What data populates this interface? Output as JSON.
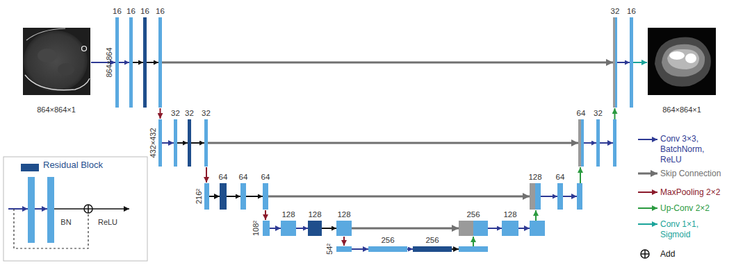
{
  "diagram": {
    "nodes": [
      {
        "text": [
          "16"
        ]
      },
      {
        "text": [
          "16"
        ]
      },
      {
        "text": [
          "16"
        ]
      },
      {
        "text": [
          "16"
        ]
      },
      {
        "text": [
          "32"
        ]
      },
      {
        "text": [
          "16"
        ]
      },
      {
        "text": [
          "32"
        ]
      },
      {
        "text": [
          "32"
        ]
      },
      {
        "text": [
          "32"
        ]
      },
      {
        "text": [
          "64"
        ]
      },
      {
        "text": [
          "32"
        ]
      },
      {
        "text": [
          "64"
        ]
      },
      {
        "text": [
          "64"
        ]
      },
      {
        "text": [
          "64"
        ]
      },
      {
        "text": [
          "128"
        ]
      },
      {
        "text": [
          "64"
        ]
      },
      {
        "text": [
          "128"
        ]
      },
      {
        "text": [
          "128"
        ]
      },
      {
        "text": [
          "128"
        ]
      },
      {
        "text": [
          "256"
        ]
      },
      {
        "text": [
          "128"
        ]
      },
      {
        "text": [
          "256"
        ]
      },
      {
        "text": [
          "256"
        ]
      }
    ],
    "edges": [
      {
        "from": 0,
        "to": 1,
        "arrow": "to"
      },
      {
        "from": 1,
        "to": 2,
        "arrow": "to"
      },
      {
        "from": 2,
        "to": 3,
        "arrow": "to"
      },
      {
        "from": 3,
        "to": 4,
        "arrow": "to"
      },
      {
        "from": 4,
        "to": 5,
        "arrow": "to"
      },
      {
        "from": 6,
        "to": 7,
        "arrow": "to"
      },
      {
        "from": 7,
        "to": 8,
        "arrow": "to"
      },
      {
        "from": 8,
        "to": 9,
        "arrow": "to"
      },
      {
        "from": 9,
        "to": 10,
        "arrow": "to"
      },
      {
        "from": 11,
        "to": 12,
        "arrow": "to"
      },
      {
        "from": 12,
        "to": 13,
        "arrow": "to"
      },
      {
        "from": 13,
        "to": 14,
        "arrow": "to"
      },
      {
        "from": 14,
        "to": 15,
        "arrow": "to"
      },
      {
        "from": 16,
        "to": 17,
        "arrow": "to"
      },
      {
        "from": 17,
        "to": 18,
        "arrow": "to"
      },
      {
        "from": 18,
        "to": 19,
        "arrow": "to"
      },
      {
        "from": 19,
        "to": 20,
        "arrow": "to"
      },
      {
        "from": 21,
        "to": 22,
        "arrow": "to"
      }
    ],
    "labels": [
      "864×864×1",
      "864×864×1",
      "864×864",
      "432×432",
      "216²",
      "108²",
      "54²",
      "BN",
      "ReLU"
    ],
    "legend": [
      {
        "text": "Residual Block",
        "color": "#1f4e8c"
      },
      {
        "text": "Conv 3×3, BatchNorm, ReLU"
      },
      {
        "text": "Skip Connection"
      },
      {
        "text": "MaxPooling 2×2"
      },
      {
        "text": "Up-Conv 2×2"
      },
      {
        "text": "Conv 1×1, Sigmoid"
      },
      {
        "text": "Add"
      }
    ]
  }
}
